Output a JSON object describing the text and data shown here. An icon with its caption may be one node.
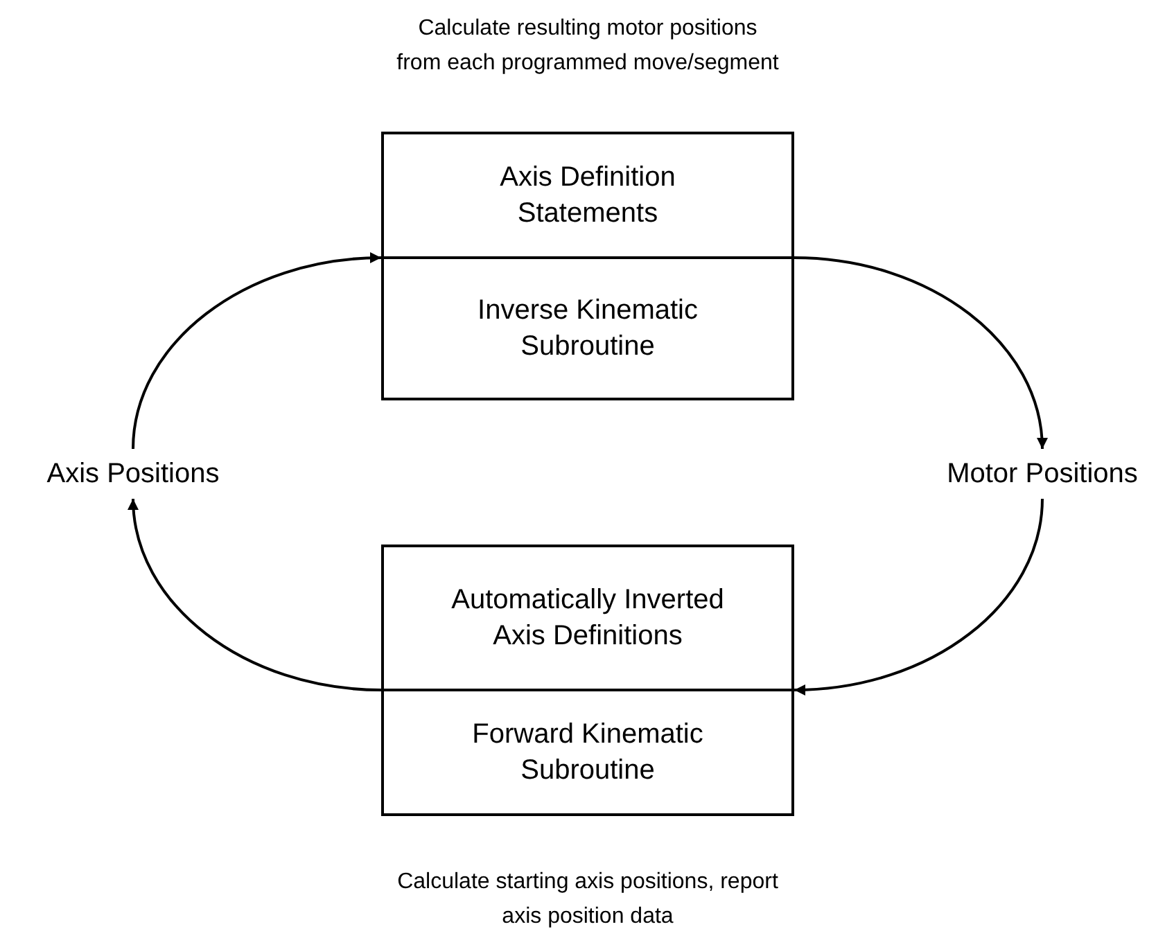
{
  "diagram": {
    "nodes": [
      {
        "text": [],
        "shape": "box"
      },
      {
        "text": [
          "Axis Definition Statements"
        ],
        "in": 0
      },
      {
        "text": [
          "Inverse Kinematic Subroutine"
        ],
        "in": 0
      },
      {
        "text": [
          "Motor Positions"
        ]
      },
      {
        "text": [],
        "shape": "box"
      },
      {
        "text": [
          "Automatically Inverted Axis Definitions"
        ],
        "in": 4
      },
      {
        "text": [
          "Forward Kinematic Subroutine"
        ],
        "in": 4
      },
      {
        "text": [
          "Axis Positions"
        ]
      }
    ],
    "edges": [
      {
        "from": 7,
        "to": 0,
        "arrow": "to"
      },
      {
        "from": 0,
        "to": 3,
        "arrow": "to"
      },
      {
        "from": 3,
        "to": 4,
        "arrow": "to"
      },
      {
        "from": 4,
        "to": 7,
        "arrow": "to"
      }
    ],
    "labels": [
      "Calculate resulting motor positions from each programmed move/segment",
      "Calculate starting axis positions, report axis position data"
    ]
  }
}
